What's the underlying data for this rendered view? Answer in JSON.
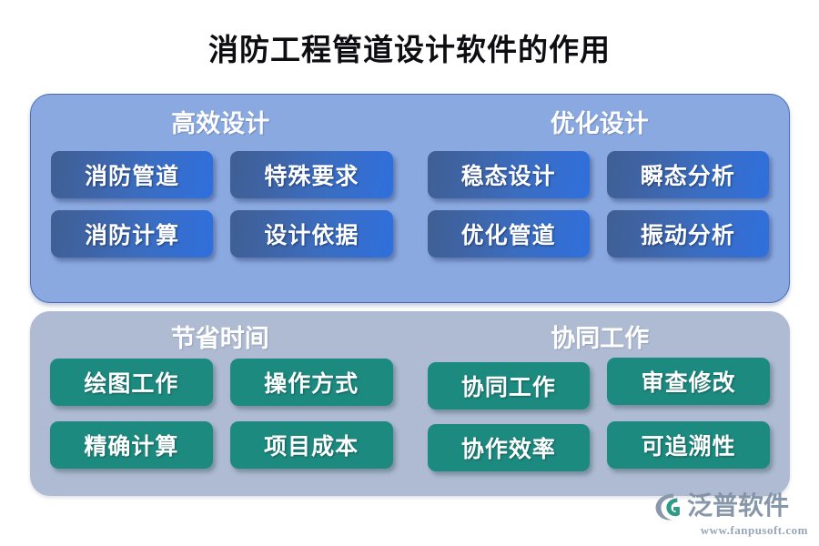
{
  "page": {
    "title": "消防工程管道设计软件的作用",
    "background_color": "#ffffff"
  },
  "panels": [
    {
      "id": "upper-panel",
      "theme": "blue",
      "panel_color": "#8aa9e0",
      "border_color": "#4a6cb5",
      "chip_color": "#3a6ec4",
      "sections": [
        {
          "heading": "高效设计",
          "chips": [
            "消防管道",
            "特殊要求",
            "消防计算",
            "设计依据"
          ]
        },
        {
          "heading": "优化设计",
          "chips": [
            "稳态设计",
            "瞬态分析",
            "优化管道",
            "振动分析"
          ]
        }
      ]
    },
    {
      "id": "lower-panel",
      "theme": "gray",
      "panel_color": "#aebbd2",
      "border_color": "#aebbd2",
      "chip_color": "#1d8a80",
      "sections": [
        {
          "heading": "节省时间",
          "chips": [
            "绘图工作",
            "操作方式",
            "精确计算",
            "项目成本"
          ]
        },
        {
          "heading": "协同工作",
          "chips": [
            "协同工作",
            "审查修改",
            "协作效率",
            "可追溯性"
          ]
        }
      ]
    }
  ],
  "logo": {
    "mark": "fanpu-swoosh-icon",
    "name": "泛普软件",
    "url": "www.fanpusoft.com",
    "text_color": "#7d8fa3",
    "mark_colors": [
      "#8b98ab",
      "#2f9a86"
    ]
  }
}
